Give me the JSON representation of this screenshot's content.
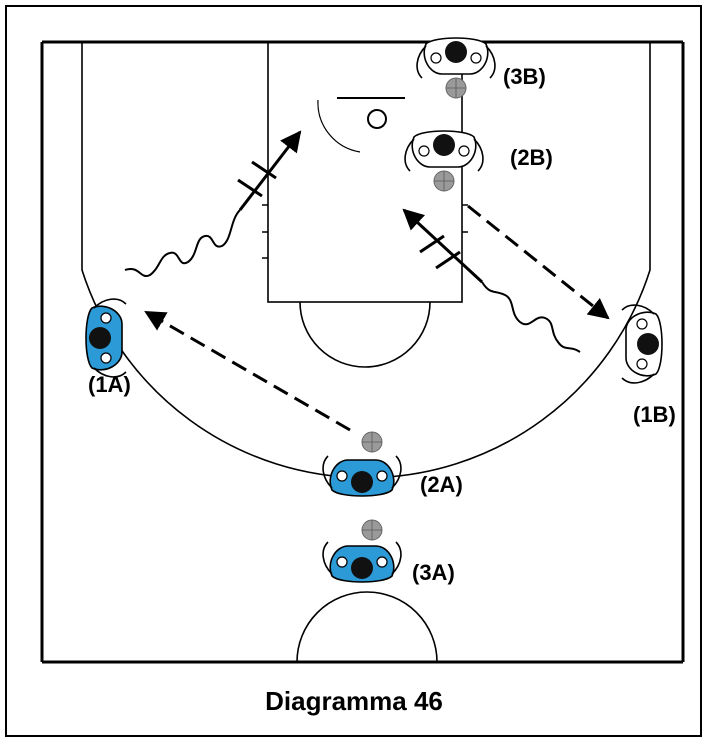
{
  "diagram": {
    "caption": "Diagramma 46",
    "colors": {
      "team_a": "#2b9ad6",
      "team_b": "#ffffff",
      "ball": "#9a9a9a",
      "lines": "#000000"
    },
    "players": [
      {
        "id": "1A",
        "label": "(1A)",
        "team": "A",
        "has_ball": false
      },
      {
        "id": "2A",
        "label": "(2A)",
        "team": "A",
        "has_ball": true
      },
      {
        "id": "3A",
        "label": "(3A)",
        "team": "A",
        "has_ball": true
      },
      {
        "id": "1B",
        "label": "(1B)",
        "team": "B",
        "has_ball": false
      },
      {
        "id": "2B",
        "label": "(2B)",
        "team": "B",
        "has_ball": true
      },
      {
        "id": "3B",
        "label": "(3B)",
        "team": "B",
        "has_ball": true
      }
    ],
    "movements": [
      {
        "type": "pass",
        "from": "2A",
        "to": "1A"
      },
      {
        "type": "dribble",
        "player": "1A",
        "to": "basket"
      },
      {
        "type": "pass",
        "from": "2B",
        "to": "1B"
      },
      {
        "type": "dribble",
        "player": "1B",
        "to": "basket"
      }
    ]
  }
}
